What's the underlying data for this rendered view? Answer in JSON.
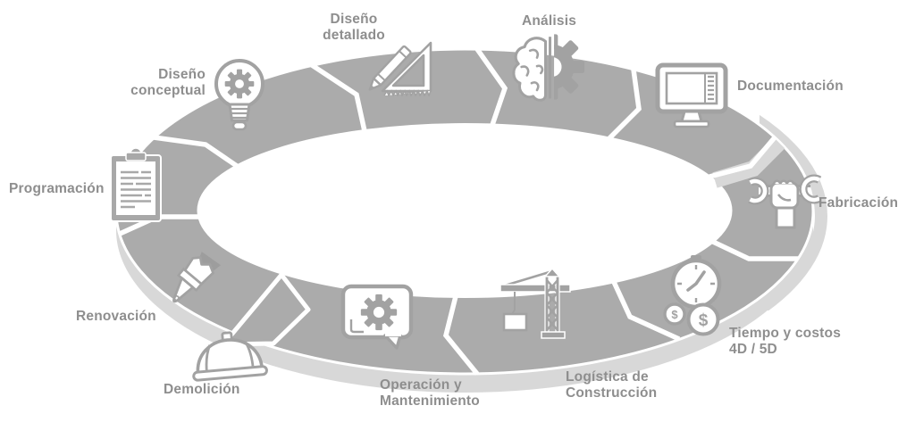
{
  "diagram": {
    "colors": {
      "band": "#ababab",
      "band_side": "#d8d8d8",
      "divider": "#ffffff",
      "label": "#8e8e8e",
      "icon_stroke": "#a2a2a2",
      "icon_fill": "#ffffff",
      "paint_blob": "#9d9d9d"
    },
    "currency_symbol": "$",
    "stages": [
      {
        "id": "programacion",
        "label": "Programación",
        "icon": "clipboard-icon"
      },
      {
        "id": "diseno-conceptual",
        "label": "Diseño\nconceptual",
        "icon": "idea-lightbulb-gear-icon"
      },
      {
        "id": "diseno-detallado",
        "label": "Diseño\ndetallado",
        "icon": "set-square-pencil-icon"
      },
      {
        "id": "analisis",
        "label": "Análisis",
        "icon": "brain-gear-icon"
      },
      {
        "id": "documentacion",
        "label": "Documentación",
        "icon": "computer-monitor-icon"
      },
      {
        "id": "fabricacion",
        "label": "Fabricación",
        "icon": "hand-holding-wrench-icon"
      },
      {
        "id": "tiempo-costos",
        "label": "Tiempo y costos\n4D / 5D",
        "icon": "stopwatch-coins-icon"
      },
      {
        "id": "logistica",
        "label": "Logística de\nConstrucción",
        "icon": "tower-crane-icon"
      },
      {
        "id": "operacion",
        "label": "Operación y\nMantenimiento",
        "icon": "gear-speech-bubble-icon"
      },
      {
        "id": "demolicion",
        "label": "Demolición",
        "icon": "hard-hat-icon"
      },
      {
        "id": "renovacion",
        "label": "Renovación",
        "icon": "paintbrush-icon"
      }
    ]
  }
}
